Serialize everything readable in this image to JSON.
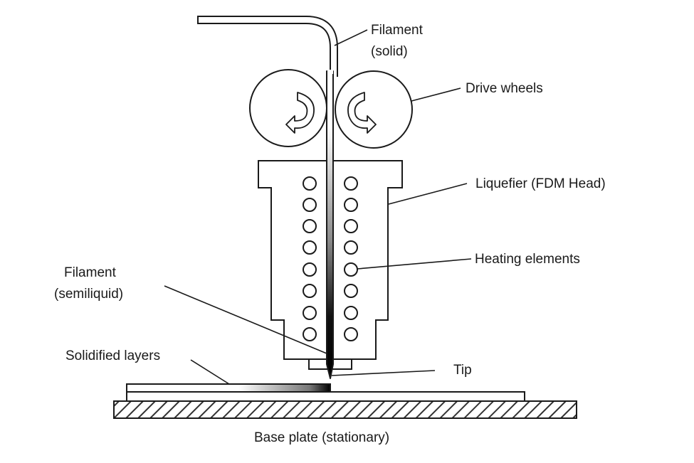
{
  "labels": {
    "filament_solid_line1": "Filament",
    "filament_solid_line2": "(solid)",
    "drive_wheels": "Drive wheels",
    "liquefier": "Liquefier (FDM Head)",
    "heating_elements": "Heating elements",
    "filament_semiliquid_line1": "Filament",
    "filament_semiliquid_line2": "(semiliquid)",
    "solidified_layers": "Solidified layers",
    "tip": "Tip",
    "base_plate": "Base plate (stationary)"
  }
}
